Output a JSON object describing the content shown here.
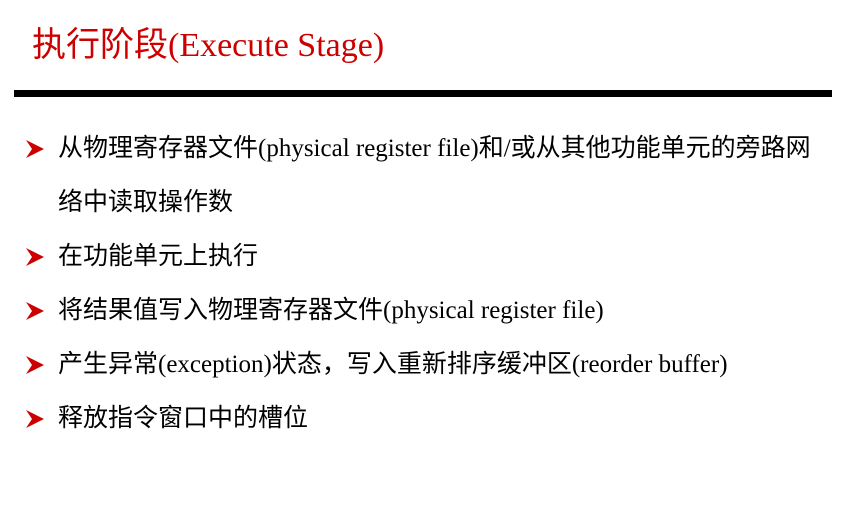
{
  "slide": {
    "title": "执行阶段(Execute Stage)",
    "bullets": [
      "从物理寄存器文件(physical register file)和/或从其他功能单元的旁路网络中读取操作数",
      "在功能单元上执行",
      "将结果值写入物理寄存器文件(physical register file)",
      "产生异常(exception)状态，写入重新排序缓冲区(reorder buffer)",
      "释放指令窗口中的槽位"
    ],
    "bullet_icon": "arrowhead-bullet-icon"
  },
  "colors": {
    "title": "#cc0000",
    "bullet": "#cc0000",
    "rule": "#000000",
    "text": "#000000"
  }
}
